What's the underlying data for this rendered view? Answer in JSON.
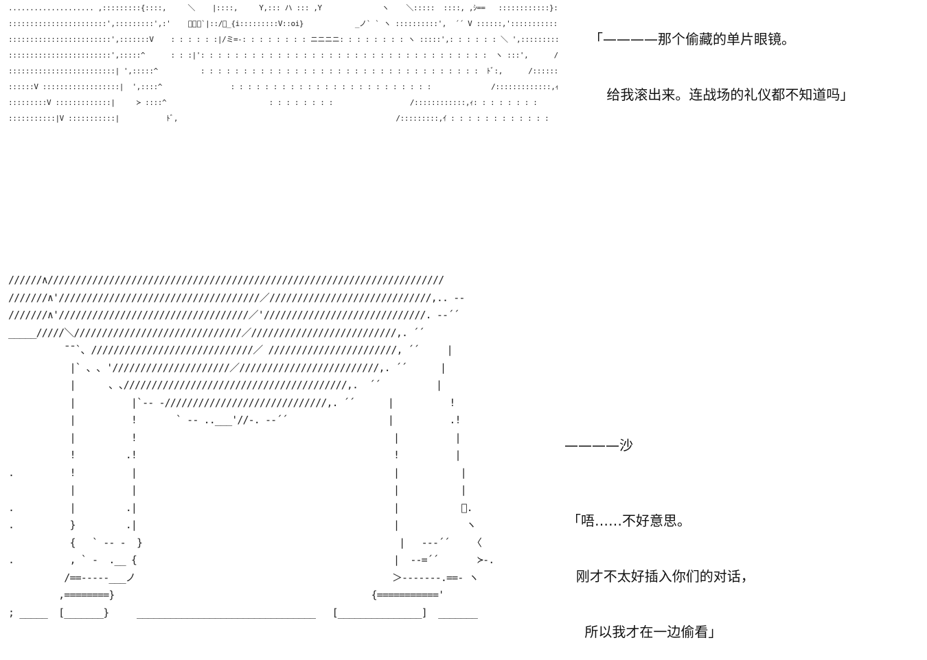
{
  "art": {
    "upper_figure": [
      ".................... ,:::::::::{::::,     ＼    |::::,     Y,::: ハ ::: ,Y              ヽ    ＼:::::  ::::, ,ｼ==   ::::::::::::}:::::::::::::::::::",
      ":::::::::::::::::::::::',:::::::::',:'    ﾞ､ﾞ`|::/､_{i:::::::::V::oi}            _ノ` ` ヽ ::::::::::',  ´´ V ::::::,'::::::::::::::::/",
      "::::::::::::::::::::::::',:::::::V    : : : : : :|/ミ=-: : : : : : : : ニニニニ: : : : : : : : ヽ :::::',: : : : : : ＼ ',:::::::::::::::::/ :::",
      "::::::::::::::::::::::::',:::::^      : : :|': : : : : : : : : : : : : : : : : : : : : : : : : : : : : : : : : :  ヽ :::',      /:::::::::::::::/ ::::::",
      ":::::::::::::::::::::::::| ',:::::^          : : : : : : : : : : : : : : : : : : : : : : : : : : : : : : : : :  ﾄﾞ:,      /::::::::::::::/ヽ :::::",
      "::::::V ::::::::::::::::::|  ',::::^                : : : : : : : : : : : : : : : : : : : : : : : :              /:::::::::::::,ｨ: : : : ヽ ::",
      ":::::::::V :::::::::::::|     ≻ ::::^                        : : : : : : : :                  /::::::::::::,ｨ: : : : : : : :",
      ":::::::::::|V :::::::::::|           ﾄﾞ,                                                   /:::::::::,ｲ : : : : : : : : : : : :"
    ],
    "lower_figure": [
      "//////∧///////////////////////////////////////////////////////////////////////",
      "///////∧'////////////////////////////////////／/////////////////////////////,.. --",
      "///////∧'//////////////////////////////////／'/////////////////////////////. --´´",
      "_____/////＼//////////////////////////////／//////////////////////////,. ´´",
      "          ¯¯`､ /////////////////////////////／ ///////////////////////, ´´     |",
      "           |` ､ ､ '/////////////////////／/////////////////////////,. ´´      |",
      "           |      ､ ､////////////////////////////////////////,.  ´´          |",
      "           |          |`-- -/////////////////////////////,. ´´      |          !",
      "           |          !       ` -- ..___'//-. --´´                  |          .!",
      "           |          !                                              |          |",
      "           !         .!                                              !          |",
      ".          !          |                                              |           |",
      "           |          |                                              |           |",
      ".          |         .|                                              |           ﾞ.",
      ".          }         .|                                              |            ヽ",
      "           {   ` -- -  }                                              |   ---´´    〈",
      ".          , ` -  .__ {                                              |  --=´´       ≻-.",
      "          /==-----___ノ                                              ＞-------.==- ヽ",
      "         ,========}                                              {==========='",
      "; _____  [_______}     ________________________________   [_______________]  _______"
    ]
  },
  "dialogue": {
    "top_speech": [
      "「————那个偷藏的单片眼镜。",
      "    给我滚出来。连战场的礼仪都不知道吗」"
    ],
    "speaker": "————沙",
    "bottom_speech": [
      "「唔……不好意思。",
      "  刚才不太好插入你们的对话，",
      "    所以我才在一边偷看」"
    ]
  }
}
